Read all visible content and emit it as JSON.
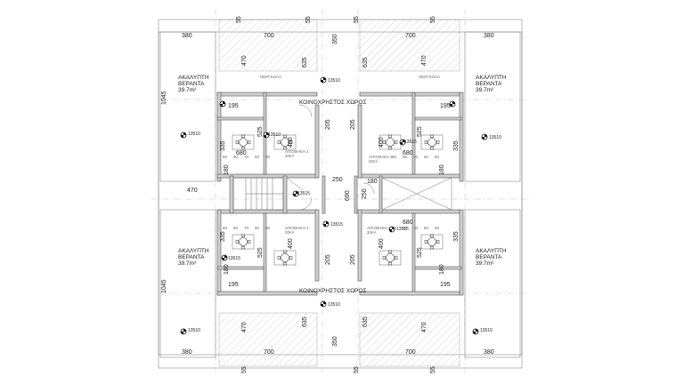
{
  "dimensions": {
    "d380": "380",
    "d700": "700",
    "d350": "350",
    "d55": "55",
    "d470": "470",
    "d635": "635",
    "d1045": "1045",
    "d195": "195",
    "d525": "525",
    "d400": "400",
    "d680": "680",
    "d335": "335",
    "d205": "205",
    "d250": "250",
    "d180": "180",
    "d690": "690",
    "d60": "60",
    "d70": "70",
    "d50": "50",
    "d80": "80"
  },
  "levels": {
    "l13510": "13510",
    "l13515": "13515"
  },
  "labels": {
    "veranda_line1": "ΑΚΑΛΥΠΤΗ",
    "veranda_line2": "ΒΕΡΑΝΤΑ",
    "veranda_area": "39.7m²",
    "common_area": "ΚΟΙΝΟΧΡΗΣΤΟΣ ΧΩΡΟΣ",
    "storage_2": "ΑΠΟΘΗΚΗ 2",
    "storage_3": "ΑΠΟΘΗΚΗ 3",
    "storage_4": "ΑΠΟΘΗΚΗ 4",
    "storage_area": "20m²",
    "pergola": "ΠΕΡΓΚΟΛΑ"
  },
  "colors": {
    "wall": "#cfcfcf",
    "line": "#555555",
    "grid": "#e0b4b4",
    "hatch": "#9a9a9a"
  },
  "icons": [
    "level-marker-icon",
    "table-chairs-icon",
    "stair-icon",
    "door-swing-icon"
  ]
}
